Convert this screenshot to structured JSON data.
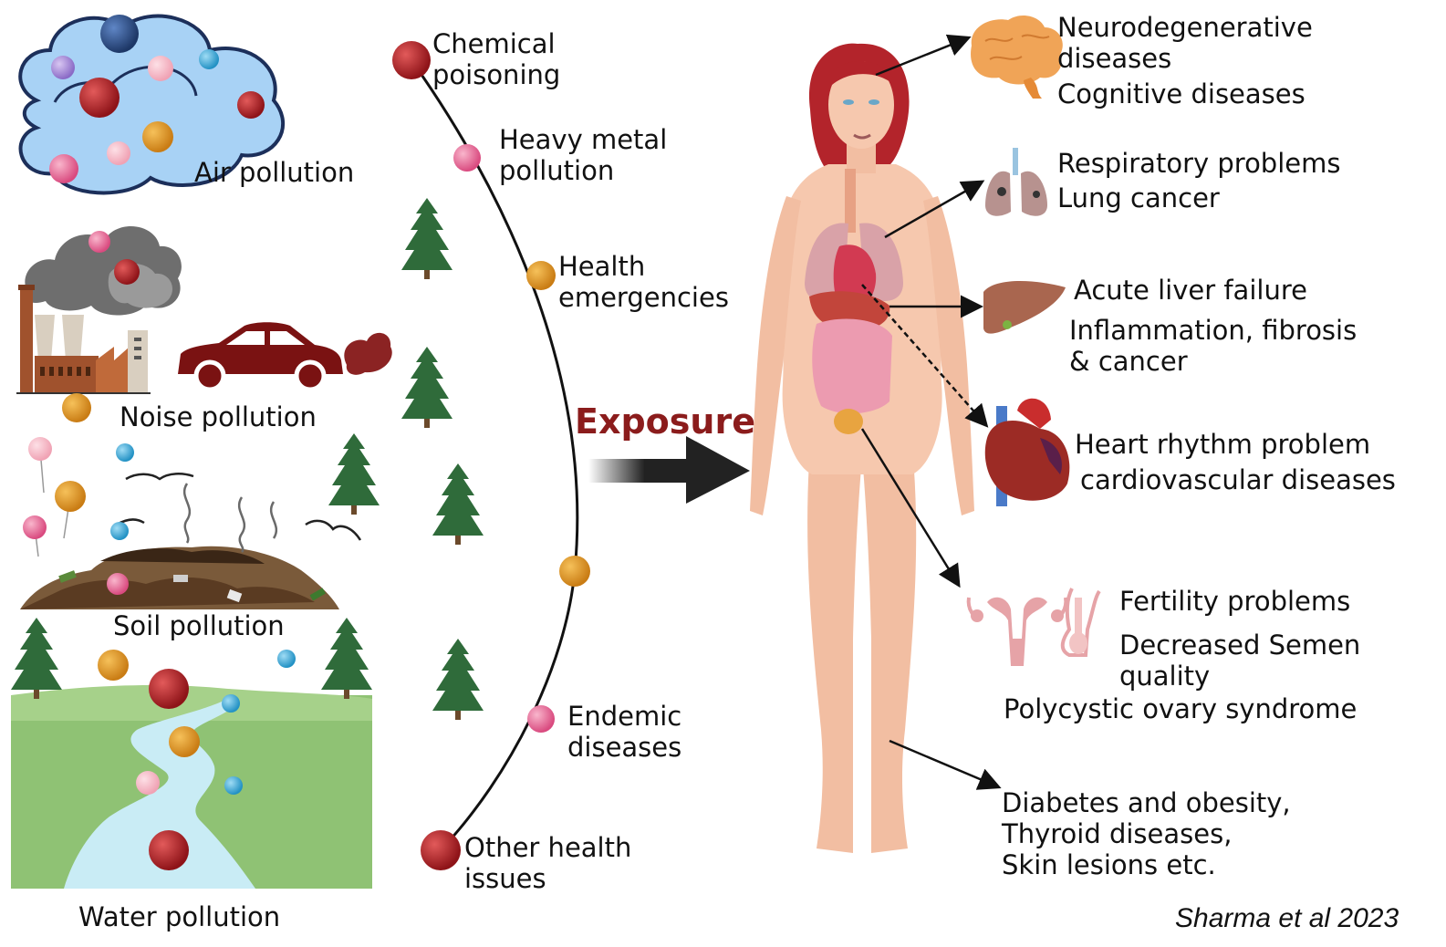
{
  "sources": {
    "air": "Air pollution",
    "noise": "Noise pollution",
    "soil": "Soil pollution",
    "water": "Water pollution"
  },
  "pathway": [
    {
      "lines": [
        "Chemical",
        "poisoning"
      ]
    },
    {
      "lines": [
        "Heavy metal",
        "pollution"
      ]
    },
    {
      "lines": [
        "Health",
        "emergencies"
      ]
    },
    {
      "lines": [
        "Endemic",
        "diseases"
      ]
    },
    {
      "lines": [
        "Other health",
        "issues"
      ]
    }
  ],
  "exposure_label": "Exposure",
  "effects": [
    {
      "organ": "brain-icon",
      "lines": [
        "Neurodegenerative",
        "diseases",
        "Cognitive diseases"
      ]
    },
    {
      "organ": "lungs-icon",
      "lines": [
        "Respiratory problems",
        "Lung cancer"
      ]
    },
    {
      "organ": "liver-icon",
      "lines": [
        "Acute liver failure",
        "Inflammation, fibrosis",
        "& cancer"
      ]
    },
    {
      "organ": "heart-icon",
      "lines": [
        "Heart rhythm problem",
        "cardiovascular diseases"
      ]
    },
    {
      "organ": "reproductive-organs-icon",
      "lines": [
        "Fertility problems",
        "Decreased Semen",
        "quality",
        "Polycystic ovary syndrome"
      ]
    },
    {
      "organ": "body-icon",
      "lines": [
        "Diabetes and obesity,",
        "Thyroid diseases,",
        "Skin lesions etc."
      ]
    }
  ],
  "credit": "Sharma et al 2023",
  "colors": {
    "dark_red": "#a31c22",
    "pink": "#e2568a",
    "orange": "#e0962a",
    "blue": "#3aa6d6",
    "purple": "#a98bd6",
    "navy": "#2c4f8c",
    "cloud": "#a8d2f5",
    "tree": "#2f6b3a",
    "grass": "#8fc274",
    "river": "#c9ecf5",
    "skin": "#f6c8ae",
    "exposure_text": "#8b1c1c"
  }
}
